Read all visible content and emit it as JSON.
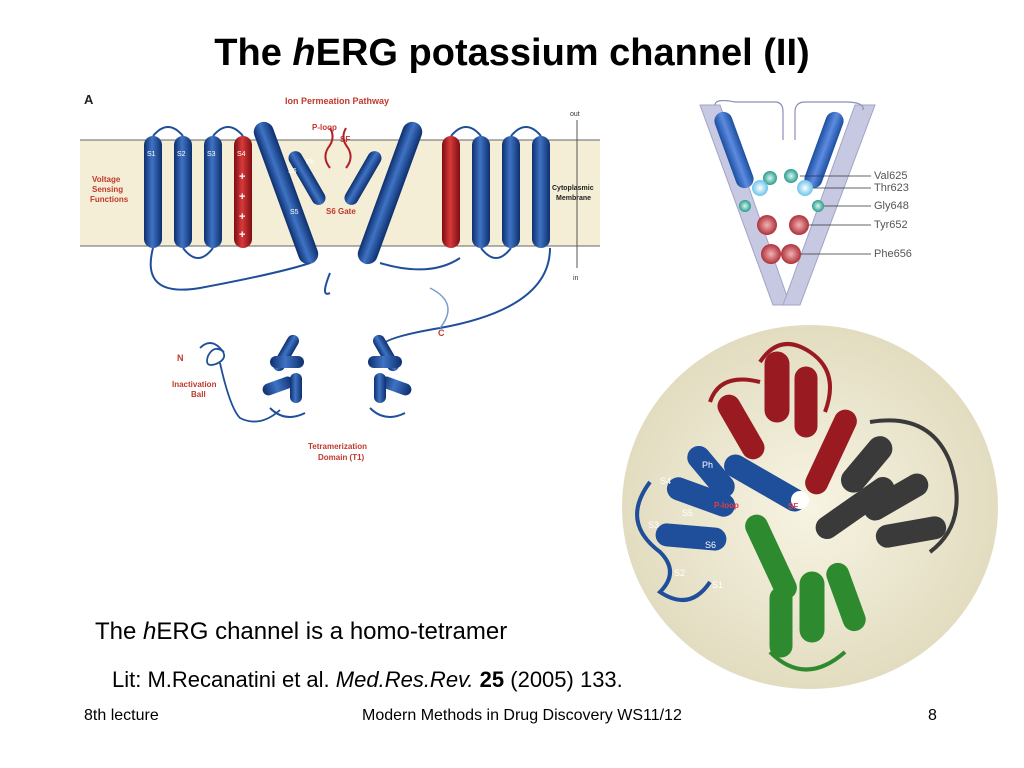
{
  "slide": {
    "title_prefix": "The ",
    "title_italic": "h",
    "title_rest": "ERG potassium channel (II)",
    "caption_prefix": "The ",
    "caption_italic": "h",
    "caption_rest": "ERG channel is a homo-tetramer",
    "lit_prefix": "Lit: M.Recanatini et al. ",
    "lit_journal": "Med.Res.Rev.",
    "lit_volume": "25",
    "lit_rest": " (2005) 133.",
    "footer_left": "8th lecture",
    "footer_center": "Modern Methods in Drug Discovery WS11/12",
    "footer_right": "8"
  },
  "topology_figure": {
    "panel_letter": "A",
    "ion_permeation_pathway": "Ion Permeation Pathway",
    "p_loop": "P-loop",
    "sf": "SF",
    "ph": "Ph",
    "s6_gate": "S6 Gate",
    "helix_labels": [
      "S1",
      "S2",
      "S3",
      "S4",
      "S6",
      "S5"
    ],
    "out": "out",
    "in": "in",
    "voltage_sensing_1": "Voltage",
    "voltage_sensing_2": "Sensing",
    "voltage_sensing_3": "Functions",
    "cytoplasmic_membrane_1": "Cytoplasmic",
    "cytoplasmic_membrane_2": "Membrane",
    "n_terminus": "N",
    "c_terminus": "C",
    "inactivation_ball_1": "Inactivation",
    "inactivation_ball_2": "Ball",
    "tetramerization_1": "Tetramerization",
    "tetramerization_2": "Domain (T1)",
    "plus_signs": [
      "+",
      "+",
      "+",
      "+"
    ]
  },
  "pore_figure": {
    "residues": [
      "Val625",
      "Thr623",
      "Gly648",
      "Tyr652",
      "Phe656"
    ]
  },
  "tetramer_figure": {
    "labels": [
      "Ph",
      "S4",
      "S5",
      "S3",
      "S6",
      "S2",
      "S1",
      "P-loop",
      "SF"
    ],
    "colors": {
      "red": "#9a1a22",
      "blue": "#1f4e9a",
      "green": "#2e8a2e",
      "gray": "#3a3a3a",
      "background": "#ece8d2"
    }
  }
}
